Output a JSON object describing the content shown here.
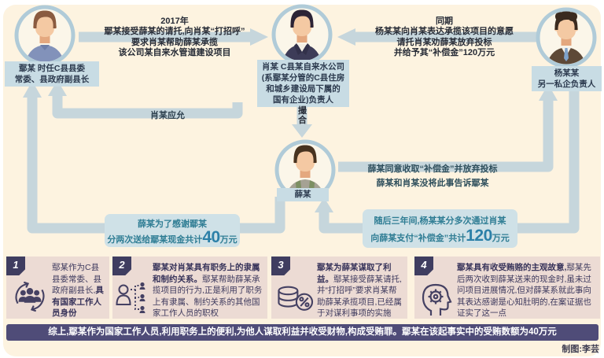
{
  "actors": {
    "yan": {
      "lines": [
        "鄢某 时任C县县委",
        "常委、县政府副县长"
      ]
    },
    "xiao": {
      "lines": [
        "肖某 C县某自来水公司",
        "(系鄢某分管的C县住房",
        "和城乡建设局下属的",
        "国有企业)负责人"
      ]
    },
    "yang": {
      "lines": [
        "杨某某",
        "另一私企负责人"
      ]
    },
    "xue": {
      "lines": [
        "薛某"
      ]
    }
  },
  "flows": {
    "request_2017": {
      "lines": [
        "2017年",
        "鄢某接受薛某的请托,向肖某“打招呼”",
        "要求肖某帮助薛某承揽",
        "该公司某自来水管道建设项目"
      ]
    },
    "request_same_period": {
      "lines": [
        "同期",
        "杨某某向肖某表达承揽该项目的意愿",
        "请托肖某劝薛某放弃投标",
        "并给予其“补偿金”120万元"
      ]
    },
    "xiao_agree": "肖某应允",
    "matchmake": "撮合",
    "xue_agree_line1": "薛某同意收取“补偿金”并放弃投标",
    "xue_agree_line2": "薛某和肖某没将此事告诉鄢某",
    "pay120": {
      "line1": "随后三年间,杨某某分多次通过肖某",
      "line2_pre": "向薛某支付“补偿金”共计",
      "amount": "120",
      "line2_post": "万元"
    },
    "pay40": {
      "line1": "薛某为了感谢鄢某",
      "line2_pre": "分两次送给鄢某现金共计",
      "amount": "40",
      "line2_post": "万元"
    }
  },
  "analysis": [
    {
      "num": "1",
      "icon": "people-circle-icon",
      "pre": "鄢某作为C县县委常委、县政府副县长,",
      "bold": "具有国家工作人员身份",
      "post": ""
    },
    {
      "num": "2",
      "icon": "hierarchy-icon",
      "pre": "",
      "bold": "鄢某对肖某具有职务上的隶属和制约关系。",
      "post": "鄢某帮助薛某承揽项目的行为,正是利用了职务上有隶属、制约关系的其他国家工作人员的职权"
    },
    {
      "num": "3",
      "icon": "coins-percent-icon",
      "pre": "",
      "bold": "鄢某为薛某谋取了利益。",
      "post": "鄢某接受薛某请托,并“打招呼”要求肖某帮助薛某承揽项目,已经属于对谋利事项的实施"
    },
    {
      "num": "4",
      "icon": "head-gear-icon",
      "pre": "",
      "bold": "鄢某具有收受贿赂的主观故意,",
      "post": "鄢某先后两次收到薛某送来的现金时,虽未过问项目进展情况,但对薛某系就此事向其表达感谢是心知肚明的,在案证据也证实了这一点"
    }
  ],
  "conclusion": "综上,鄢某作为国家工作人员,利用职务上的便利,为他人谋取利益并收受财物,构成受贿罪。鄢某在该起事实中的受贿数额为40万元",
  "credit": "制图:李芸",
  "palette": {
    "background": "#fdf3e0",
    "connector": "#c6d6dc",
    "label_box": "#c8dce4",
    "note_box": "#cfe1e7",
    "teal_text": "#2f7d94",
    "amount_blue": "#2c80a8",
    "dark_navy": "#262b36",
    "panel_purple": "#4f4c78",
    "analysis_box": "#ecdbd4",
    "analysis_text": "#3e3a5e"
  }
}
